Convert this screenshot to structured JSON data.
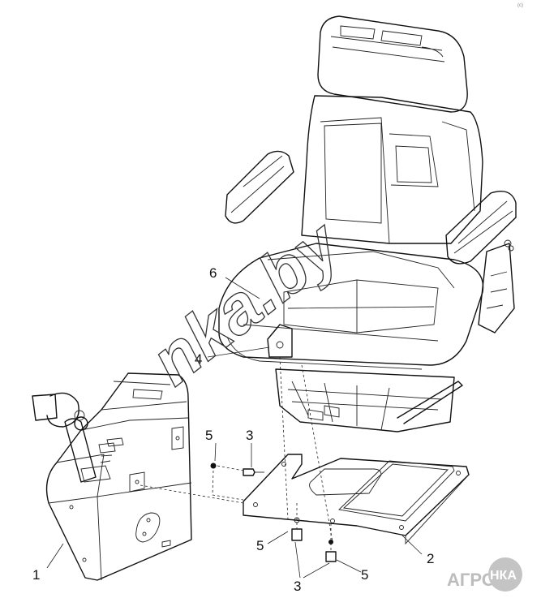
{
  "diagram": {
    "callouts": {
      "c1": "1",
      "c2": "2",
      "c3a": "3",
      "c3b": "3",
      "c4": "4",
      "c5a": "5",
      "c5b": "5",
      "c5c": "5",
      "c6": "6"
    },
    "watermark": "nka.by",
    "logo": {
      "part1": "АГРО",
      "part2": "НКА"
    },
    "corner_mark": "(c)"
  }
}
